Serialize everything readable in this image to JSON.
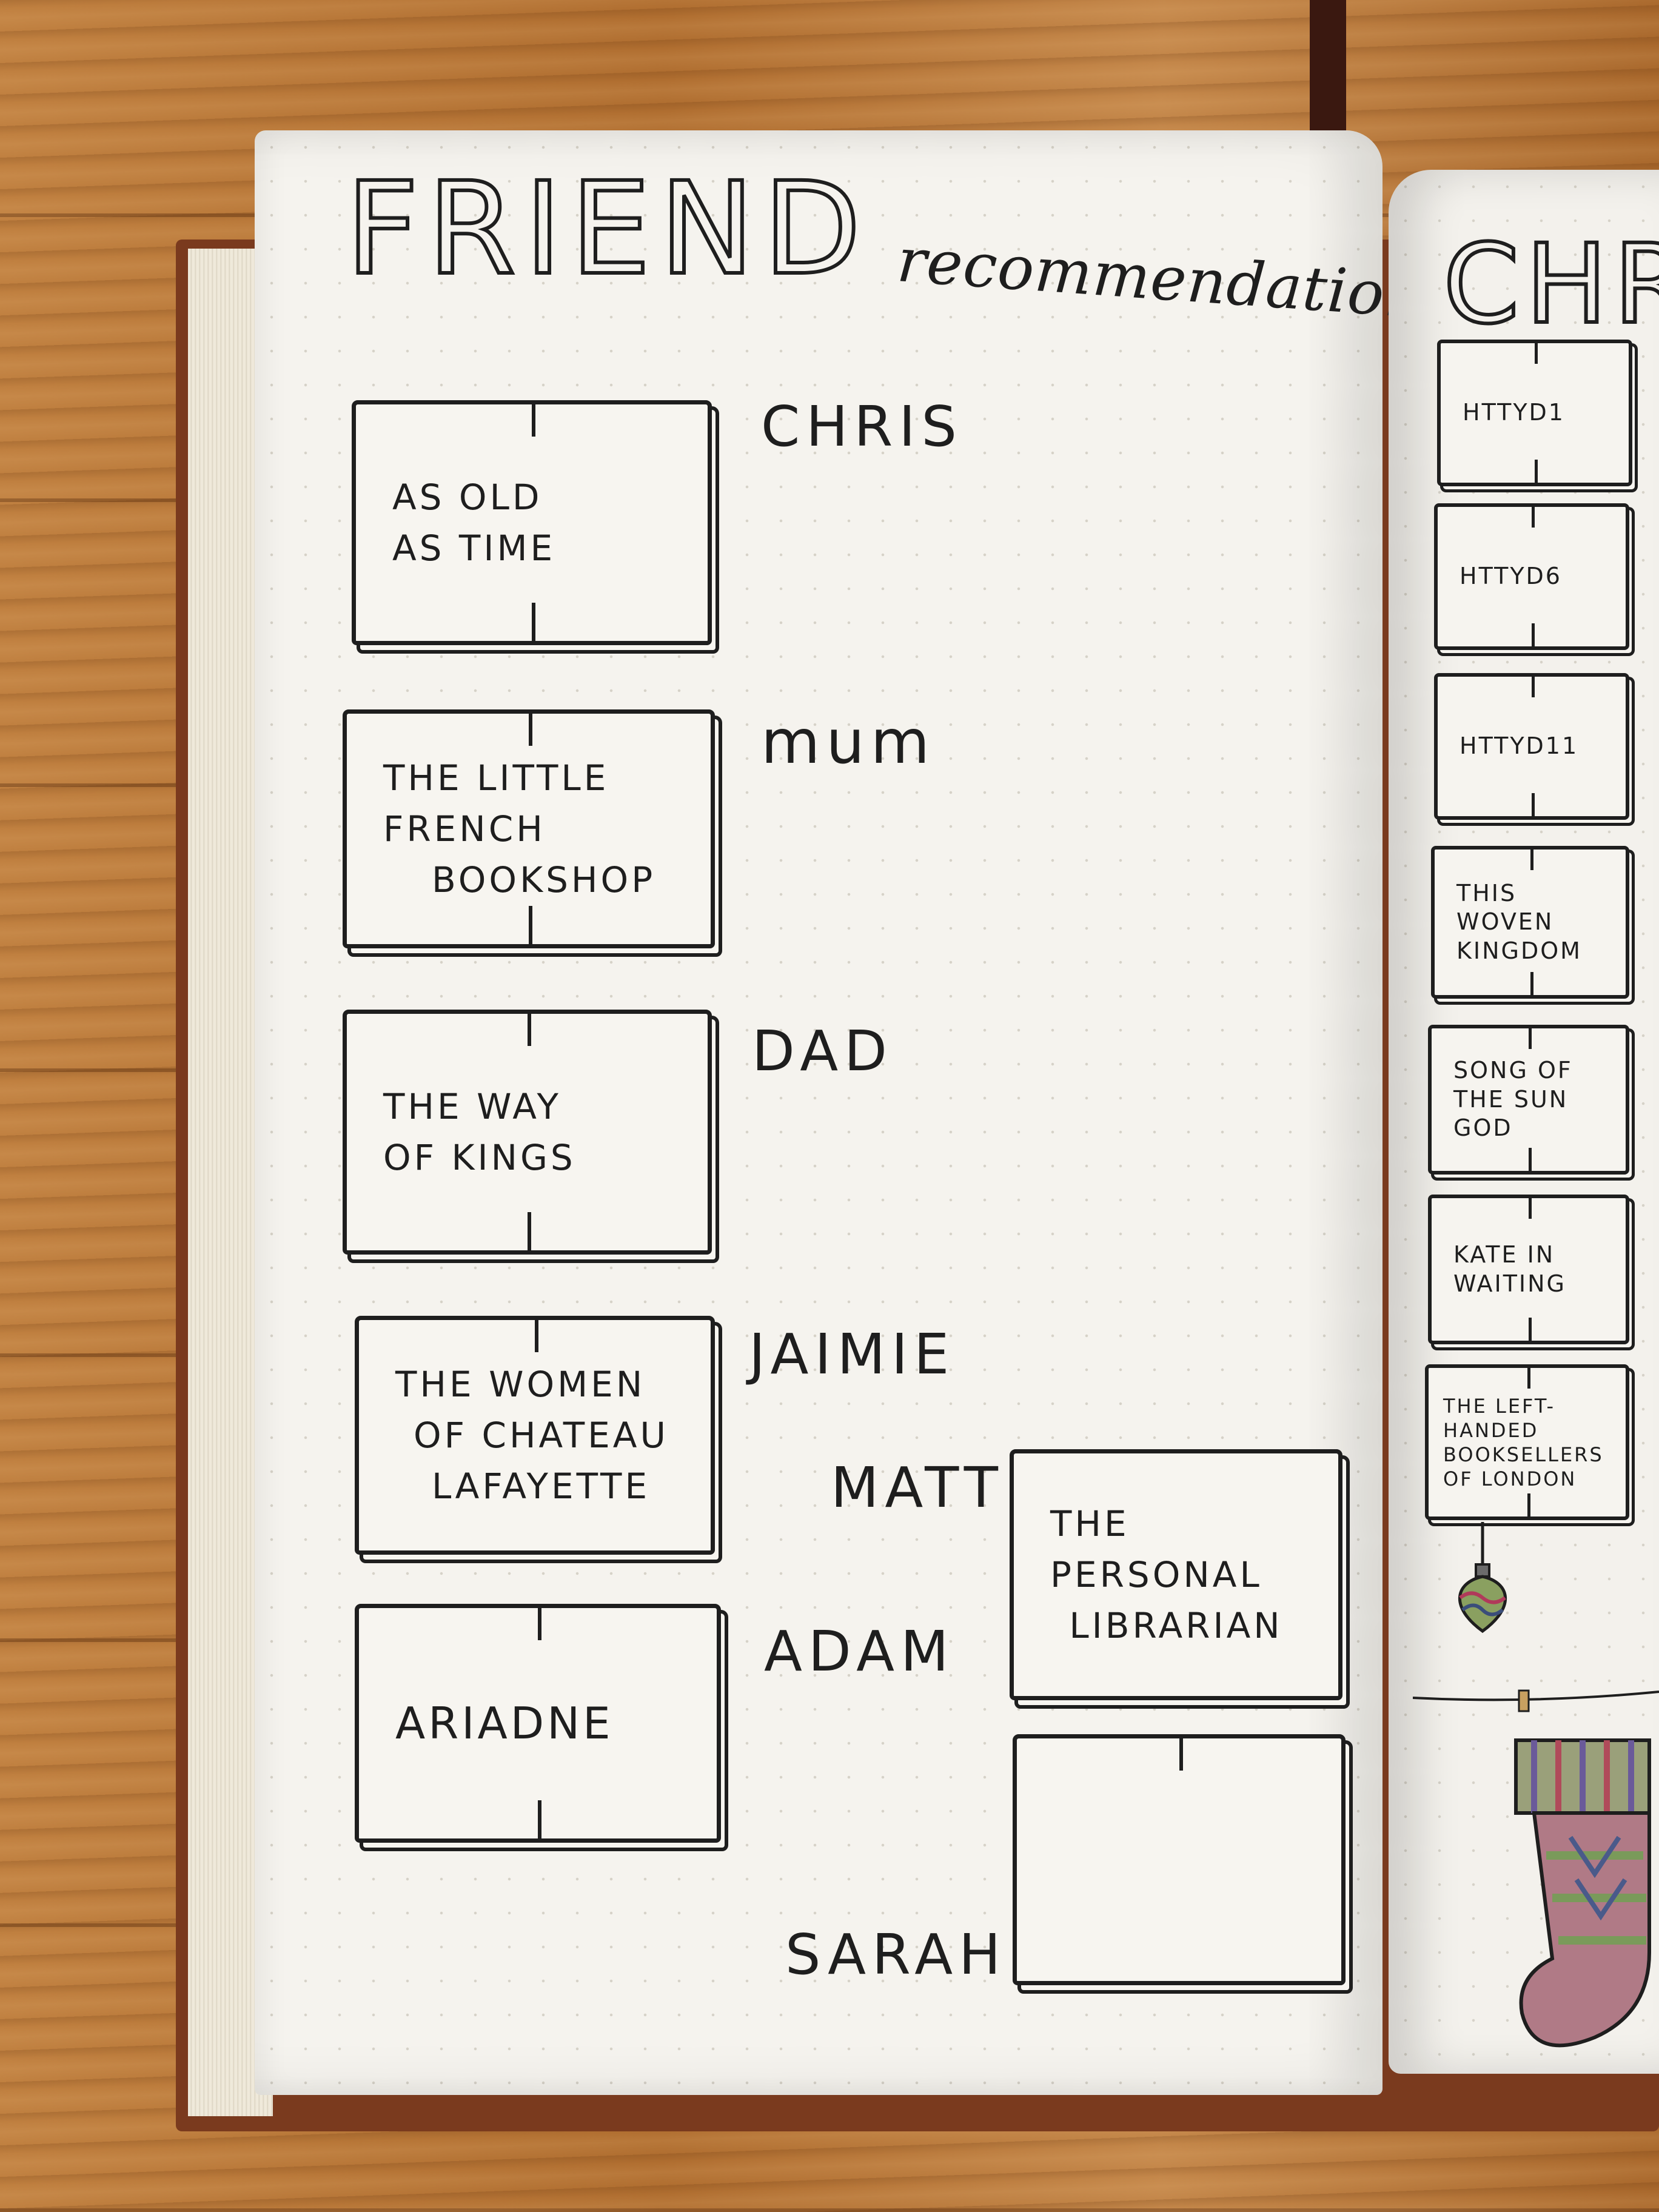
{
  "page": {
    "title": "FRIEND",
    "subtitle": "recommendation",
    "entries": [
      {
        "name": "CHRIS",
        "book": [
          "AS OLD",
          "AS TIME"
        ]
      },
      {
        "name": "mum",
        "book": [
          "THE LITTLE",
          "FRENCH",
          "BOOKSHOP"
        ]
      },
      {
        "name": "DAD",
        "book": [
          "THE WAY",
          "OF KINGS"
        ]
      },
      {
        "name": "JAIMIE",
        "book": [
          "THE WOMEN",
          "OF CHATEAU",
          "LAFAYETTE"
        ]
      },
      {
        "name": "MATT",
        "book": [
          "THE PERSONAL",
          "LIBRARIAN"
        ]
      },
      {
        "name": "ADAM",
        "book": [
          "ARIADNE"
        ]
      },
      {
        "name": "SARAH",
        "book": []
      }
    ]
  },
  "right_page": {
    "title": "CHR",
    "books": [
      [
        "HTTYD1"
      ],
      [
        "HTTYD6"
      ],
      [
        "HTTYD11"
      ],
      [
        "THIS",
        "WOVEN",
        "KINGDOM"
      ],
      [
        "SONG OF",
        "THE SUN",
        "GOD"
      ],
      [
        "KATE IN",
        "WAITING"
      ],
      [
        "THE LEFT-",
        "HANDED",
        "BOOKSELLERS",
        "OF LONDON"
      ]
    ]
  },
  "colors": {
    "ink": "#1e1e1e",
    "paper": "#f5f3ee",
    "highlight_green": "#cfe3c9",
    "wood": "#b8783c",
    "cover": "#7a3a1e"
  }
}
